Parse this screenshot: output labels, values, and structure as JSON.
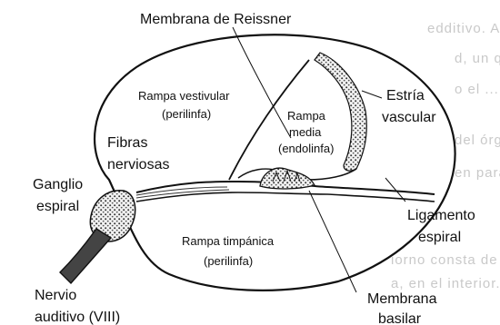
{
  "background_text": [
    "edditivo. Ahora bien...",
    "d, un que...",
    "o el ...",
    "del órgano ...",
    "en paralelo ...",
    "iorno consta de un laberinto óseo y uno mem...",
    "a, en el interior. Los laberintos están unidos..."
  ],
  "labels": {
    "membrana_reissner": "Membrana de Reissner",
    "rampa_vestibular": [
      "Rampa vestivular",
      "(perilinfa)"
    ],
    "rampa_media": [
      "Rampa",
      "media",
      "(endolinfa)"
    ],
    "estria_vascular": [
      "Estría",
      "vascular"
    ],
    "fibras_nerviosas": [
      "Fibras",
      "nerviosas"
    ],
    "ganglio_espiral": [
      "Ganglio",
      "espiral"
    ],
    "ligamento_espiral": [
      "Ligamento",
      "espiral"
    ],
    "rampa_timpanica": [
      "Rampa timpánica",
      "(perilinfa)"
    ],
    "nervio_auditivo": [
      "Nervio",
      "auditivo (VIII)"
    ],
    "membrana_basilar": [
      "Membrana",
      "basilar"
    ]
  }
}
